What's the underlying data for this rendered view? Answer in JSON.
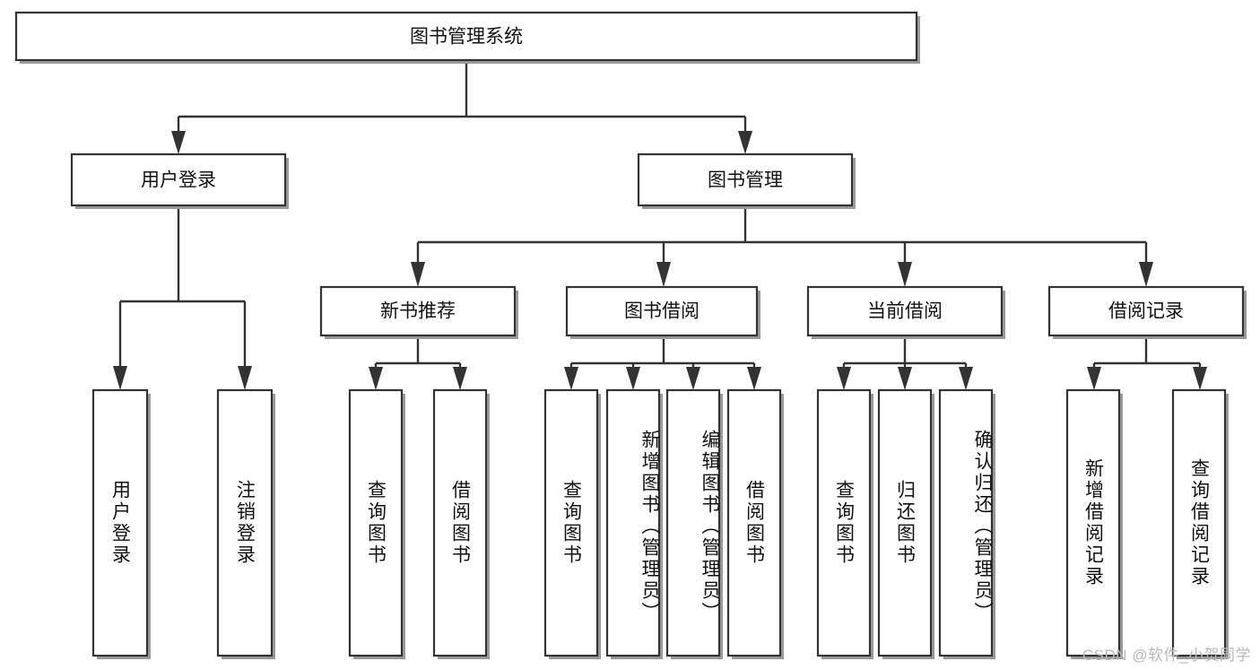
{
  "diagram": {
    "title": "图书管理系统",
    "type": "hierarchy-tree",
    "watermark": "CSDN @软件_小贺同学",
    "colors": {
      "box_stroke": "#333333",
      "box_fill": "#ffffff",
      "connector": "#333333",
      "text": "#111111",
      "watermark": "#b9b9b9",
      "background": "#ffffff"
    },
    "levels": {
      "root": {
        "label": "图书管理系统"
      },
      "level2": [
        {
          "label": "用户登录"
        },
        {
          "label": "图书管理"
        }
      ],
      "level3": [
        {
          "label": "新书推荐"
        },
        {
          "label": "图书借阅"
        },
        {
          "label": "当前借阅"
        },
        {
          "label": "借阅记录"
        }
      ],
      "leaves": {
        "user_login": [
          {
            "label": "用户登录"
          },
          {
            "label": "注销登录"
          }
        ],
        "new_book_recommend": [
          {
            "label": "查询图书"
          },
          {
            "label": "借阅图书"
          }
        ],
        "book_borrow": [
          {
            "label": "查询图书"
          },
          {
            "label": "新增图书（管理员）"
          },
          {
            "label": "编辑图书（管理员）"
          },
          {
            "label": "借阅图书"
          }
        ],
        "current_borrow": [
          {
            "label": "查询图书"
          },
          {
            "label": "归还图书"
          },
          {
            "label": "确认归还（管理员）"
          }
        ],
        "borrow_record": [
          {
            "label": "新增借阅记录"
          },
          {
            "label": "查询借阅记录"
          }
        ]
      }
    }
  }
}
